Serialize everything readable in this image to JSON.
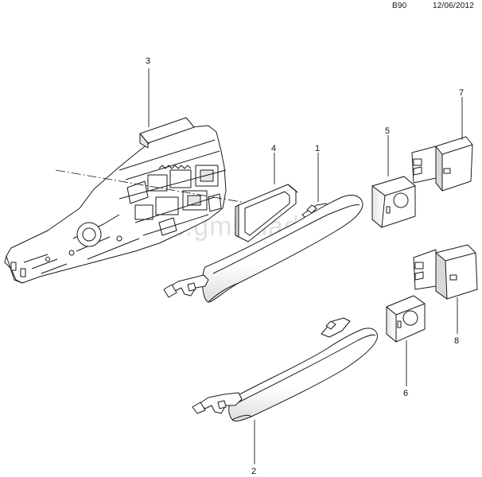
{
  "header": {
    "code": "B90",
    "date": "12/06/2012"
  },
  "watermark": "www.gmsklad.ru",
  "callouts": [
    {
      "label": "1"
    },
    {
      "label": "2"
    },
    {
      "label": "3"
    },
    {
      "label": "4"
    },
    {
      "label": "5"
    },
    {
      "label": "6"
    },
    {
      "label": "7"
    },
    {
      "label": "8"
    }
  ],
  "colors": {
    "line": "#1a1a1a",
    "part_fill": "#ffffff",
    "shade": "#d9d9d9",
    "watermark": "#c8c8c8"
  }
}
